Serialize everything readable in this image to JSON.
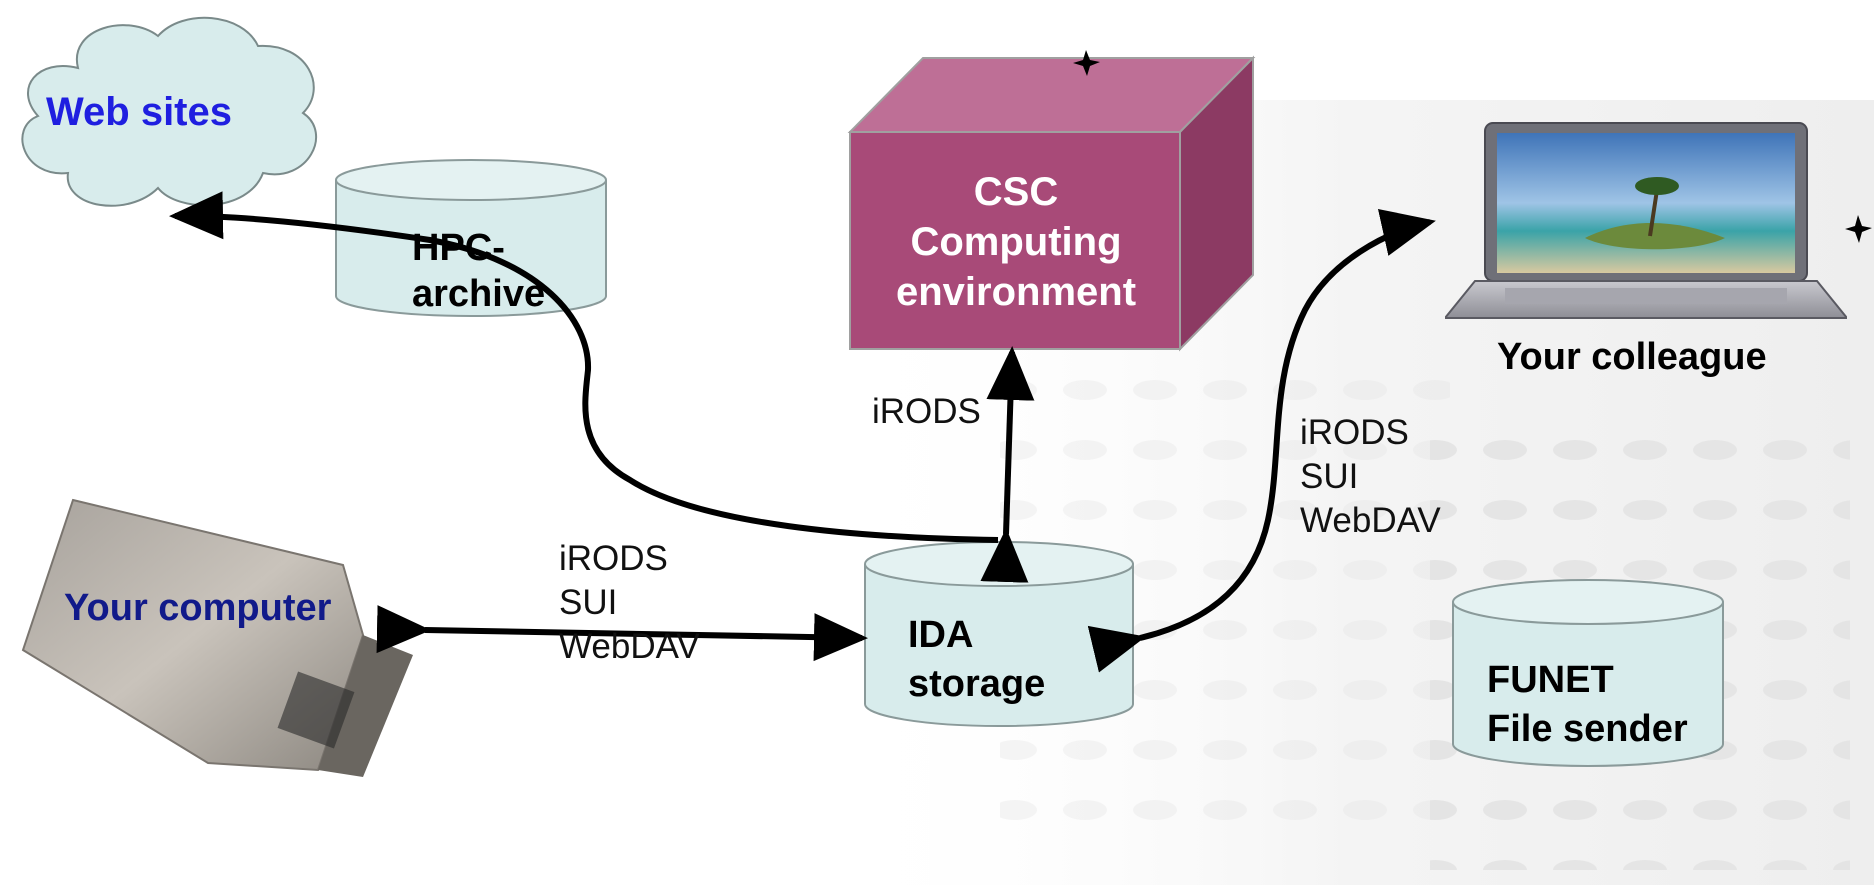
{
  "nodes": {
    "web_sites": {
      "label": "Web sites"
    },
    "hpc_archive": {
      "label_lines": [
        "HPC-",
        "archive"
      ]
    },
    "csc": {
      "label_lines": [
        "CSC",
        "Computing",
        "environment"
      ]
    },
    "colleague": {
      "label": "Your colleague"
    },
    "your_computer": {
      "label": "Your computer"
    },
    "ida_storage": {
      "label_lines": [
        "IDA",
        "storage"
      ]
    },
    "funet": {
      "label_lines": [
        "FUNET",
        "File sender"
      ]
    }
  },
  "edges": {
    "ida_to_csc": {
      "protocols": [
        "iRODS"
      ]
    },
    "ida_to_colleague": {
      "protocols": [
        "iRODS",
        "SUI",
        "WebDAV"
      ]
    },
    "ida_to_computer": {
      "protocols": [
        "iRODS",
        "SUI",
        "WebDAV"
      ]
    }
  },
  "colors": {
    "web_sites_text": "#1f1fe0",
    "your_computer_text": "#111a8a",
    "csc_box": "#a84a78",
    "cylinder_fill": "#d8ecec",
    "cloud_fill": "#d8ecec"
  }
}
